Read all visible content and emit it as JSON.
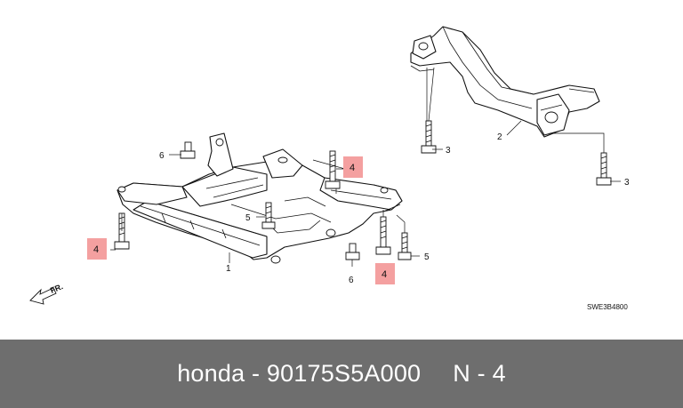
{
  "diagram": {
    "code": "SWE3B4800",
    "direction_label": "FR.",
    "callouts": {
      "subframe_front": "1",
      "subframe_rear": "2",
      "rear_bolt_left": "3",
      "rear_bolt_right": "3",
      "front_bolt_left": "4",
      "front_bolt_mid": "4",
      "front_bolt_right": "4",
      "bolt_5_left": "5",
      "bolt_5_right": "5",
      "nut_6_top": "6",
      "nut_6_bottom": "6"
    },
    "highlight_color": "#f4a0a0"
  },
  "footer": {
    "brand": "honda",
    "separator": "-",
    "part_number": "90175S5A000",
    "position": "N - 4"
  }
}
